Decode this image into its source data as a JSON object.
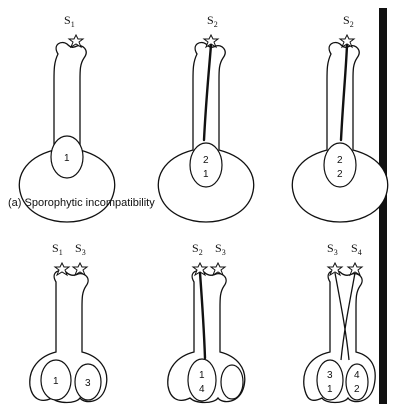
{
  "caption": "(a) Sporophytic incompatibility",
  "panels": {
    "a1": {
      "pollen_main": "S",
      "pollen_sub": "1",
      "ovule_label": "1"
    },
    "a2": {
      "pollen_main": "S",
      "pollen_sub": "2",
      "ovule_top": "2",
      "ovule_bottom": "1"
    },
    "a3": {
      "pollen_main": "S",
      "pollen_sub": "2",
      "ovule_top": "2",
      "ovule_bottom": "2"
    },
    "b1": {
      "pollen_left_main": "S",
      "pollen_left_sub": "1",
      "pollen_right_main": "S",
      "pollen_right_sub": "3",
      "ovule_left": "1",
      "ovule_right": "3"
    },
    "b2": {
      "pollen_left_main": "S",
      "pollen_left_sub": "2",
      "pollen_right_main": "S",
      "pollen_right_sub": "3",
      "ovule_top": "1",
      "ovule_bottom": "4"
    },
    "b3": {
      "pollen_left_main": "S",
      "pollen_left_sub": "3",
      "pollen_right_main": "S",
      "pollen_right_sub": "4",
      "ovule_left_top": "3",
      "ovule_left_bottom": "1",
      "ovule_right_top": "4",
      "ovule_right_bottom": "2"
    }
  }
}
